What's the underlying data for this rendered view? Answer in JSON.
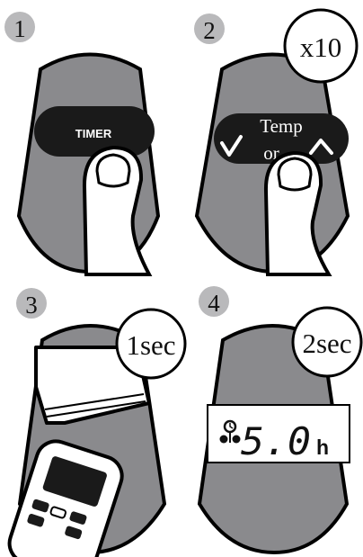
{
  "steps": [
    {
      "number": "1",
      "button_label": "TIMER"
    },
    {
      "number": "2",
      "badge": "x10",
      "button_label_top": "Temp",
      "button_label_bottom": "or"
    },
    {
      "number": "3",
      "badge": "1sec"
    },
    {
      "number": "4",
      "badge": "2sec",
      "display_value": "5.0",
      "display_unit": "h"
    }
  ],
  "icons": {
    "step1": "finger-press-icon",
    "step2_left": "chevron-down-icon",
    "step2_right": "chevron-up-icon",
    "step3_unit": "air-conditioner-unit-icon",
    "step3_remote": "remote-control-icon",
    "step4_timer": "timer-clock-icon"
  },
  "colors": {
    "panel": "#8a8a8d",
    "step_circle": "#b9b9bb",
    "button": "#1a1a1a",
    "badge_bg": "#ffffff",
    "ink": "#111111"
  }
}
